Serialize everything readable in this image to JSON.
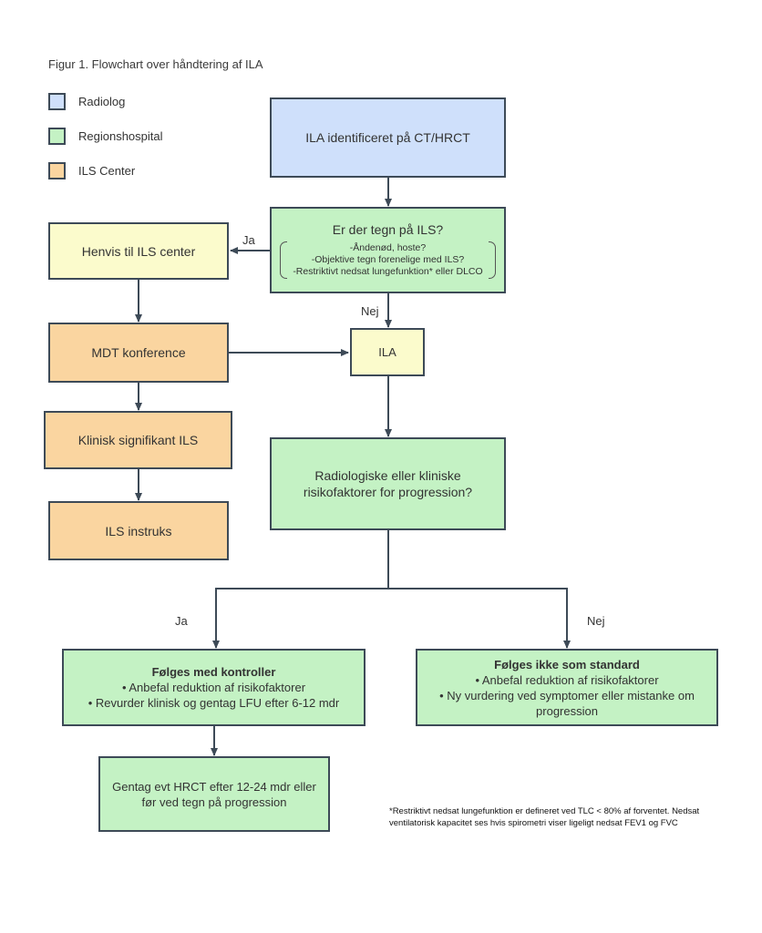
{
  "figure_title": "Figur 1. Flowchart over håndtering af ILA",
  "legend": [
    {
      "label": "Radiolog",
      "color": "#cfe0fb"
    },
    {
      "label": "Regionshospital",
      "color": "#c4f2c4"
    },
    {
      "label": "ILS Center",
      "color": "#fad5a0"
    }
  ],
  "nodes": {
    "ila_identified": "ILA identificeret på CT/HRCT",
    "ils_question": {
      "title": "Er der tegn på ILS?",
      "lines": [
        "-Åndenød, hoste?",
        "-Objektive tegn forenelige med ILS?",
        "-Restriktivt nedsat lungefunktion* eller DLCO"
      ]
    },
    "refer_ils": "Henvis til ILS center",
    "mdt": "MDT konference",
    "ila": "ILA",
    "clinical_ils": "Klinisk signifikant ILS",
    "ils_instructions": "ILS instruks",
    "risk_question": "Radiologiske eller kliniske risikofaktorer for progression?",
    "followup": {
      "title": "Følges med kontroller",
      "lines": [
        "• Anbefal reduktion af risikofaktorer",
        "• Revurder klinisk og gentag LFU efter 6-12 mdr"
      ]
    },
    "standard": {
      "title": "Følges ikke som standard",
      "lines": [
        "• Anbefal reduktion af risikofaktorer",
        "• Ny vurdering ved symptomer eller mistanke om progression"
      ]
    },
    "repeat_hrct": "Gentag evt HRCT efter 12-24 mdr eller før ved tegn på progression"
  },
  "edge_labels": {
    "ja_refer": "Ja",
    "nej_ila": "Nej",
    "ja_followup": "Ja",
    "nej_standard": "Nej"
  },
  "footnote": "*Restriktivt nedsat lungefunktion er defineret ved TLC < 80% af forventet. Nedsat ventilatorisk kapacitet ses hvis spirometri viser ligeligt nedsat FEV1 og FVC",
  "colors": {
    "line": "#3d4a57",
    "blue": "#cfe0fb",
    "green": "#c4f2c4",
    "yellow": "#fbfbcc",
    "orange": "#fad5a0"
  }
}
